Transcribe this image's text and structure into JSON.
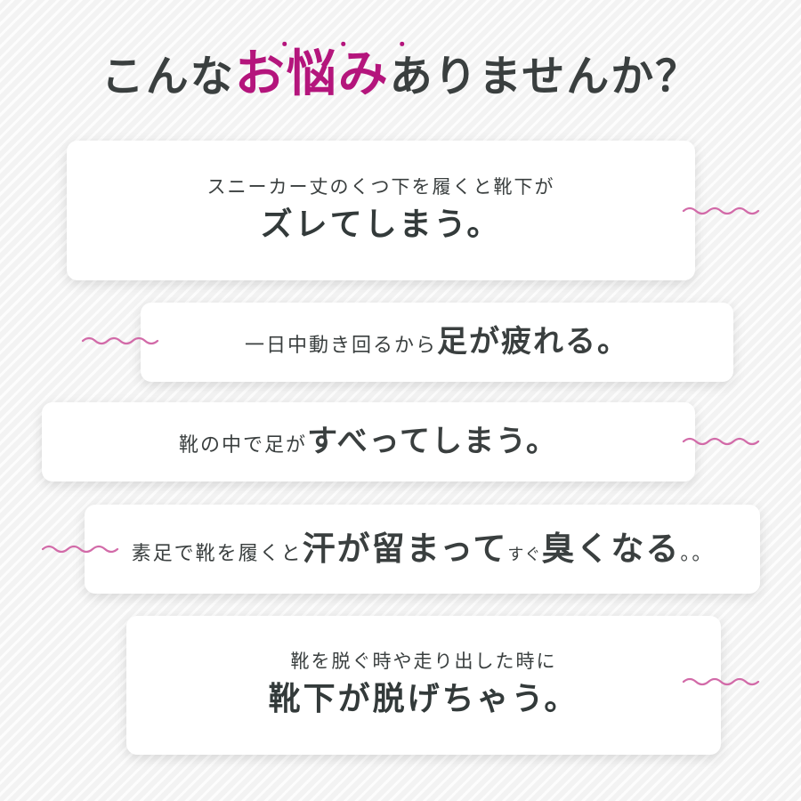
{
  "headline": {
    "pre": "こんな",
    "highlight": "お悩み",
    "post": "ありませんか？",
    "emphasis_dots": "・・・"
  },
  "cards": [
    {
      "line1": "スニーカー丈のくつ下を履くと靴下が",
      "line2": "ズレてしまう。"
    },
    {
      "prefix": "一日中動き回るから",
      "emphasis": "足が疲れる。"
    },
    {
      "prefix": "靴の中で足が",
      "emphasis": "すべってしまう。"
    },
    {
      "prefix": "素足で靴を履くと",
      "emphasis1": "汗が留まって",
      "middle": "すぐ",
      "emphasis2": "臭くなる",
      "suffix": "。。"
    },
    {
      "line1": "靴を脱ぐ時や走り出した時に",
      "line2": "靴下が脱げちゃう。"
    }
  ],
  "colors": {
    "accent": "#b4157c",
    "wave": "#d26aa8",
    "text": "#333a3a",
    "card": "#ffffff",
    "background": "#f3f3f3"
  }
}
